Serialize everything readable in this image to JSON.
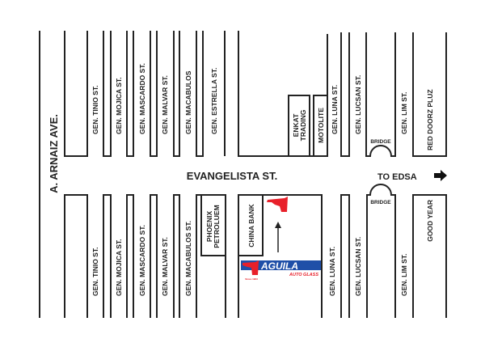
{
  "map": {
    "main_avenue": "A. ARNAIZ AVE.",
    "main_street": "EVANGELISTA ST.",
    "direction": "TO EDSA",
    "top_streets": [
      "GEN. TINIO ST.",
      "GEN. MOJICA ST.",
      "GEN. MASCARDO ST.",
      "GEN. MALVAR ST.",
      "GEN. MACABULOS",
      "GEN. ESTRELLA ST.",
      "GEN. LUNA ST.",
      "GEN. LUCSAN ST.",
      "GEN. LIM ST."
    ],
    "bottom_streets": [
      "GEN. TINIO ST.",
      "GEN. MOJICA ST.",
      "GEN. MASCARDO ST.",
      "GEN. MALVAR ST.",
      "GEN. MACABULOS ST.",
      "GEN. LUNA ST.",
      "GEN. LUCSAN ST.",
      "GEN. LIM ST."
    ],
    "landmarks": {
      "enkat_line1": "ENKAT",
      "enkat_line2": "TRADING",
      "motolite": "MOTOLITE",
      "red_doorz": "RED DOORZ PLUZ",
      "bridge_top": "BRIDGE",
      "bridge_bottom": "BRIDGE",
      "phoenix_line1": "PHOENIX",
      "phoenix_line2": "PETROLUEM",
      "china_bank": "CHINA BANK",
      "good_year": "GOOD YEAR"
    },
    "logo": {
      "name": "AGUILA",
      "sub": "AUTO GLASS",
      "since": "Since 1963"
    },
    "colors": {
      "red": "#e8202a",
      "blue": "#1f4fa8",
      "line": "#222222"
    }
  }
}
